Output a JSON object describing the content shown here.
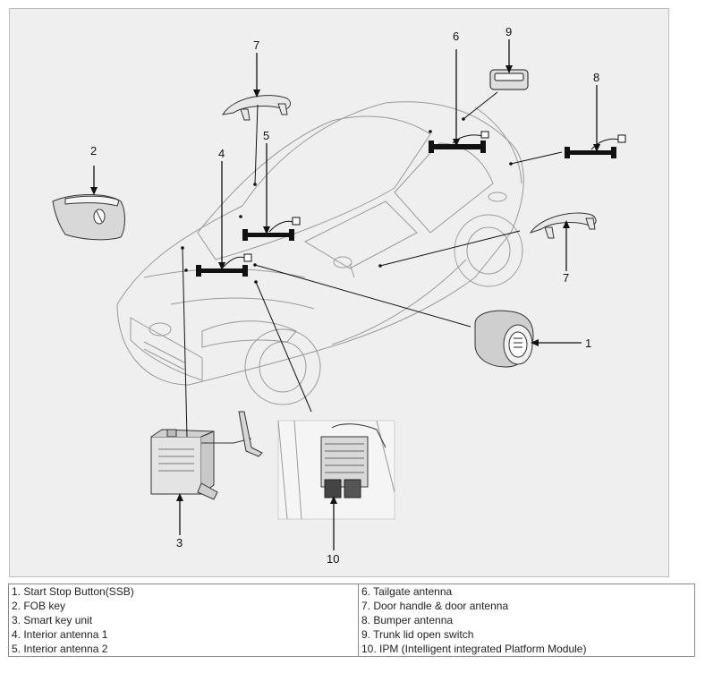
{
  "callouts": {
    "n1": "1",
    "n2": "2",
    "n3": "3",
    "n4": "4",
    "n5": "5",
    "n6": "6",
    "n7a": "7",
    "n7b": "7",
    "n8": "8",
    "n9": "9",
    "n10": "10"
  },
  "legend": [
    {
      "left": "1. Start Stop Button(SSB)",
      "right": "6. Tailgate antenna"
    },
    {
      "left": "2. FOB key",
      "right": "7. Door handle & door antenna"
    },
    {
      "left": "3. Smart key unit",
      "right": "8. Bumper antenna"
    },
    {
      "left": "4. Interior antenna 1",
      "right": "9. Trunk lid open switch"
    },
    {
      "left": "5. Interior antenna 2",
      "right": "10. IPM (Intelligent integrated Platform Module)"
    }
  ],
  "colors": {
    "background": "#efefef",
    "line": "#1a1a1a"
  }
}
